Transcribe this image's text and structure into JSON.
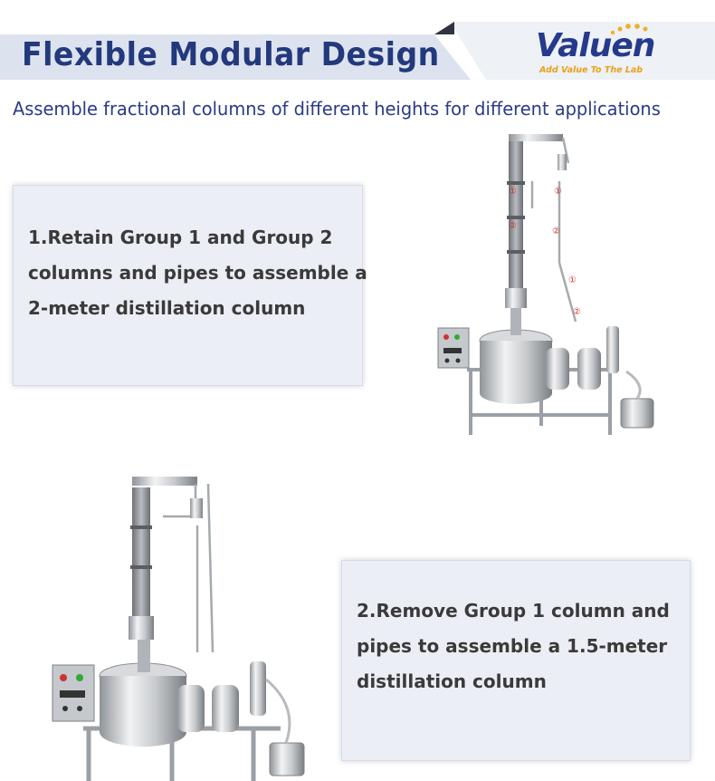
{
  "header": {
    "title": "Flexible Modular Design",
    "band_color": "#dde3ee",
    "title_color": "#23397d"
  },
  "logo": {
    "name": "Valuen",
    "tagline": "Add Value To The Lab",
    "name_color": "#253a8c",
    "tagline_color": "#e8a21a"
  },
  "subtitle": "Assemble fractional columns of different heights for different applications",
  "cards": [
    {
      "lines": [
        "1.Retain Group 1 and Group 2",
        "columns and pipes to assemble a",
        "2-meter distillation column"
      ]
    },
    {
      "lines": [
        "2.Remove Group 1 column and",
        "pipes to assemble a 1.5-meter",
        "distillation column"
      ]
    }
  ],
  "machine_markers": {
    "column_left": [
      "①",
      "②"
    ],
    "pipe_right": [
      "①",
      "②",
      "①",
      "②"
    ]
  }
}
